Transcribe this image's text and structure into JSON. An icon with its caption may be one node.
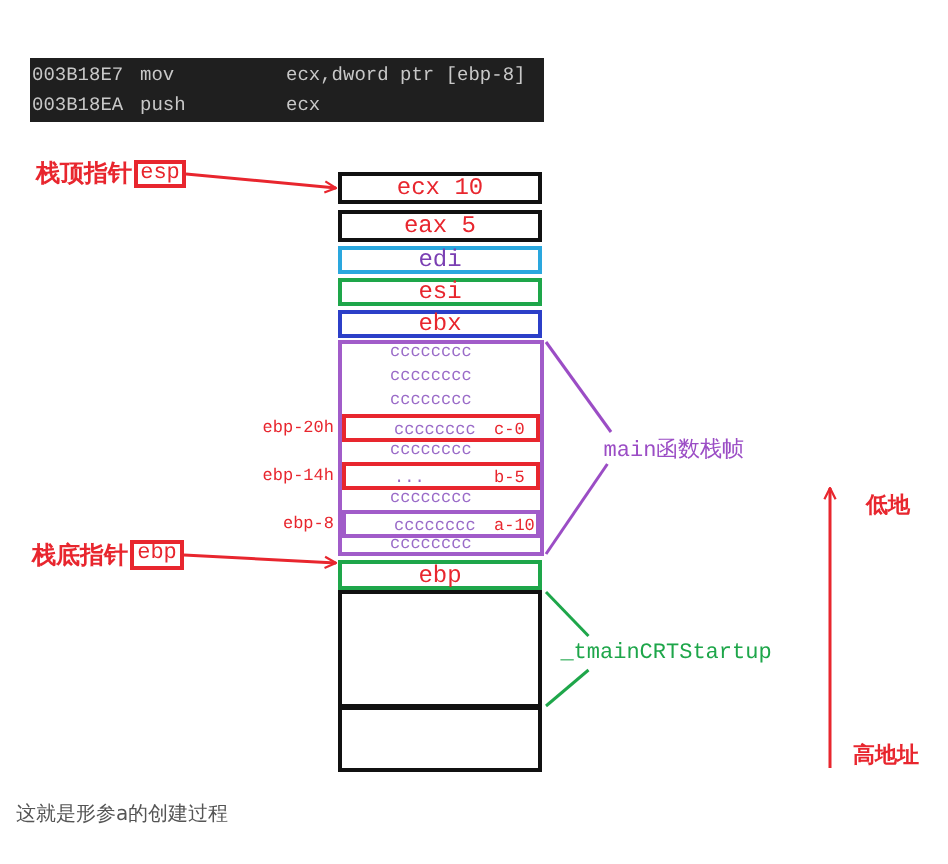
{
  "diagram": {
    "caption": "这就是形参a的创建过程",
    "nodes": [
      {
        "text": [
          "esp"
        ],
        "beside": [
          "栈顶指针"
        ]
      },
      {
        "text": [
          "ecx 10"
        ]
      },
      {
        "text": [
          "eax 5"
        ]
      },
      {
        "text": [
          "edi"
        ]
      },
      {
        "text": [
          "esi"
        ]
      },
      {
        "text": [
          "ebx"
        ]
      },
      {
        "text": [
          "cccccccc",
          "cccccccc",
          "cccccccc",
          "cccccccc",
          "cccccccc",
          "cccccccc"
        ]
      },
      {
        "text": [
          "cccccccc",
          "c-0"
        ],
        "beside": [
          "ebp-20h"
        ],
        "in": 6
      },
      {
        "text": [
          "...",
          "b-5"
        ],
        "beside": [
          "ebp-14h"
        ],
        "in": 6
      },
      {
        "text": [
          "cccccccc",
          "a-10"
        ],
        "beside": [
          "ebp-8"
        ],
        "in": 6
      },
      {
        "text": [
          "main函数栈帧"
        ]
      },
      {
        "text": [
          "ebp"
        ],
        "beside": [
          "栈底指针"
        ]
      },
      {
        "text": [
          "ebp"
        ]
      },
      {
        "text": [],
        "shape": "box"
      },
      {
        "text": [
          "_tmainCRTStartup"
        ]
      },
      {
        "text": [],
        "shape": "box"
      },
      {
        "text": [
          "低地"
        ]
      },
      {
        "text": [
          "高地址"
        ]
      }
    ],
    "edges": [
      {
        "from": 0,
        "to": 1,
        "arrow": "to"
      },
      {
        "from": 11,
        "to": 12,
        "arrow": "to"
      },
      {
        "from": 10,
        "to": 6,
        "arrow": "none",
        "color": "#9b4dc5"
      },
      {
        "from": 10,
        "to": 6,
        "arrow": "none",
        "color": "#9b4dc5"
      },
      {
        "from": 14,
        "to": 13,
        "arrow": "none",
        "color": "#1ea64a"
      },
      {
        "from": 14,
        "to": 13,
        "arrow": "none",
        "color": "#1ea64a"
      },
      {
        "from": 17,
        "to": 16,
        "arrow": "to"
      }
    ],
    "labels": [
      "003B18E7",
      "mov",
      "ecx,dword ptr [ebp-8]",
      "003B18EA",
      "push",
      "ecx"
    ]
  }
}
